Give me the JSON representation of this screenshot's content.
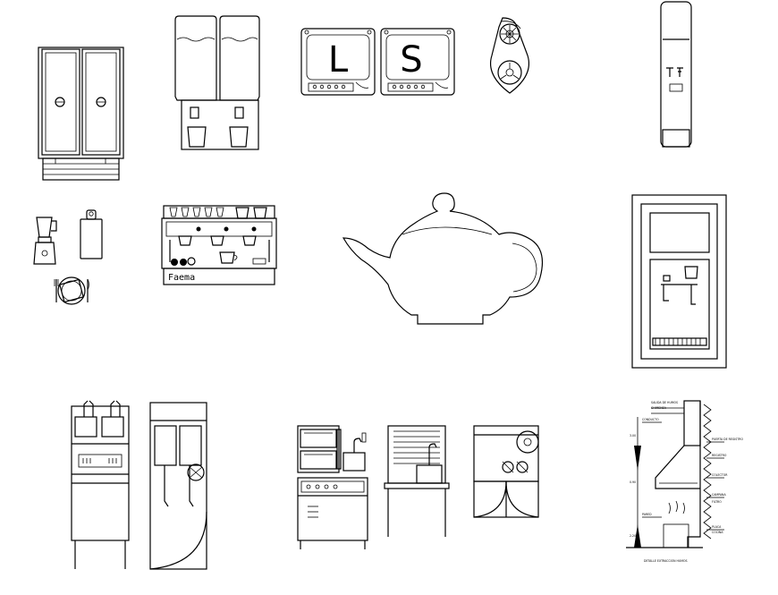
{
  "sink_labels": {
    "left": "L",
    "right": "S"
  },
  "espresso_brand": "Faema",
  "hood_caption": "DETALLE EXTRACCION HUMOS",
  "hood_notes": [
    "SALIDA DE HUMOS",
    "CHIMENEA",
    "CONDUCTO",
    "PUERTA DE REGISTRO",
    "REGISTRO",
    "COLECTOR",
    "CAMPANA",
    "FILTRO",
    "PARED",
    "PLACA",
    "COCINA"
  ],
  "hood_dims": [
    "3.00",
    "0.90",
    "2.20"
  ]
}
